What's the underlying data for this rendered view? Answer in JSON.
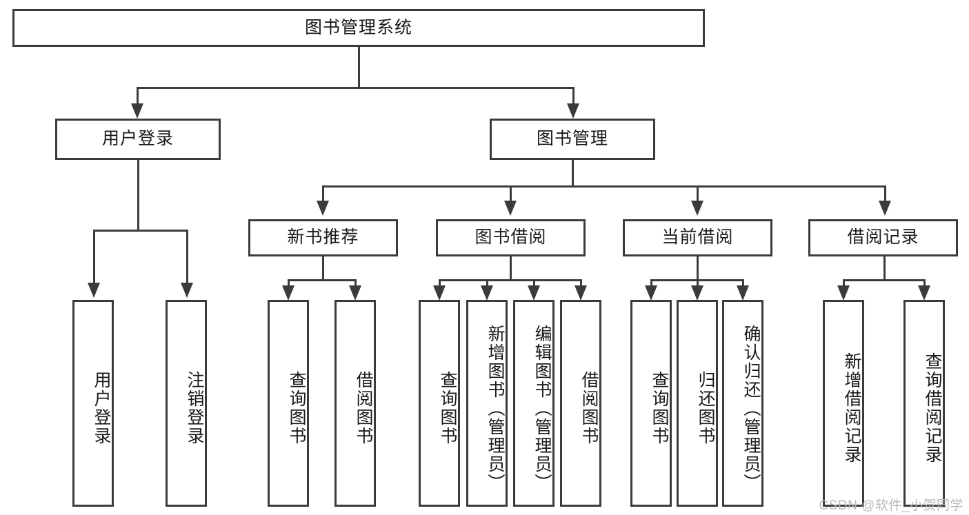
{
  "diagram": {
    "type": "tree-hierarchy",
    "title": "图书管理系统",
    "root": {
      "label": "图书管理系统"
    },
    "level2": [
      {
        "label": "用户登录"
      },
      {
        "label": "图书管理"
      }
    ],
    "level3": [
      {
        "label": "新书推荐"
      },
      {
        "label": "图书借阅"
      },
      {
        "label": "当前借阅"
      },
      {
        "label": "借阅记录"
      }
    ],
    "leaves": {
      "user_login": [
        {
          "label": "用户登录"
        },
        {
          "label": "注销登录"
        }
      ],
      "new_book_recommend": [
        {
          "label": "查询图书"
        },
        {
          "label": "借阅图书"
        }
      ],
      "book_borrow": [
        {
          "label": "查询图书"
        },
        {
          "label": "新增图书（管理员）"
        },
        {
          "label": "编辑图书（管理员）"
        },
        {
          "label": "借阅图书"
        }
      ],
      "current_borrow": [
        {
          "label": "查询图书"
        },
        {
          "label": "归还图书"
        },
        {
          "label": "确认归还（管理员）"
        }
      ],
      "borrow_record": [
        {
          "label": "新增借阅记录"
        },
        {
          "label": "查询借阅记录"
        }
      ]
    }
  },
  "watermark": {
    "text": "CSDN @软件_小贺同学"
  },
  "colors": {
    "stroke": "#3b3b3b",
    "background": "#ffffff",
    "text": "#1a1a1a",
    "watermark": "#b9b9b9"
  }
}
